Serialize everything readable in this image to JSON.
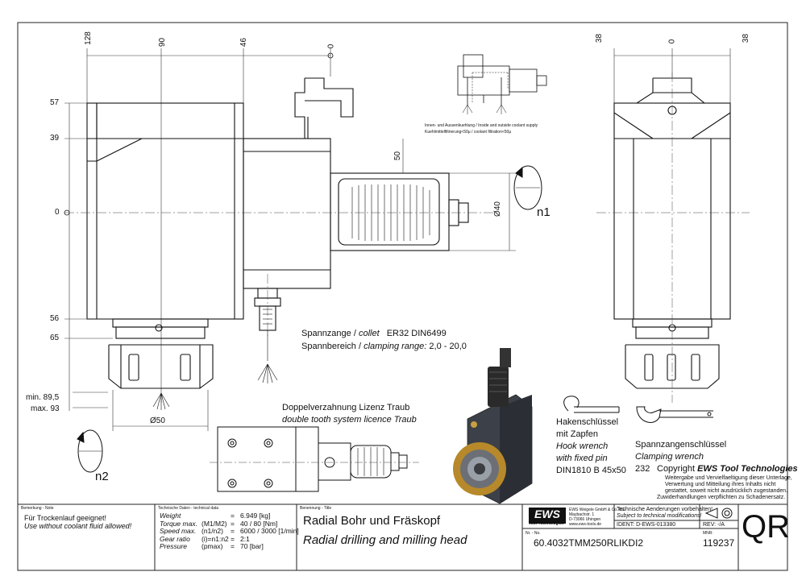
{
  "dimensions": {
    "top_front": [
      "128",
      "90",
      "46",
      "0"
    ],
    "top_side": [
      "38",
      "0",
      "38"
    ],
    "left": [
      "57",
      "39",
      "0",
      "56",
      "65"
    ],
    "min_label": "min. 89,5",
    "max_label": "max. 93",
    "dia50": "Ø50",
    "dia40": "Ø40",
    "fifty": "50"
  },
  "rotation": {
    "n1": "n1",
    "n2": "n2"
  },
  "coolant_note": {
    "line1": "Innen- und Aussenkuehlung / Inside and outside coolant supply",
    "line2": "Kuehlmittelfiltrierung<50μ / coolant filtration<50μ"
  },
  "collet": {
    "line1_de": "Spannzange /",
    "line1_en": "collet",
    "line1_spec": "ER32    DIN6499",
    "line2_de": "Spannbereich /",
    "line2_en": "clamping range:",
    "line2_range": "2,0 - 20,0"
  },
  "double_tooth": {
    "de": "Doppelverzahnung Lizenz Traub",
    "en": "double tooth system licence Traub"
  },
  "hook_wrench": {
    "de1": "Hakenschlüssel",
    "de2": "mit Zapfen",
    "en1": "Hook wrench",
    "en2": "with fixed pin",
    "spec": "DIN1810 B 45x50"
  },
  "clamping_wrench": {
    "de": "Spannzangenschlüssel",
    "en": "Clamping wrench",
    "num": "232"
  },
  "copyright": {
    "prefix": "Copyright",
    "brand": "EWS Tool Technologies",
    "line1": "Weitergabe und Vervielfaeltigung dieser Unterlage,",
    "line2": "Verwertung und Mitteilung ihres Inhalts nicht",
    "line3": "gestattet, soweit nicht ausdrücklich zugestanden.",
    "line4": "Zuwiderhandlungen verpflichten zu Schadenersatz."
  },
  "title_block": {
    "note_label": "Bemerkung - Note",
    "note_de": "Für Trockenlauf geeignet!",
    "note_en": "Use without coolant fluid allowed!",
    "tech_label": "Technische Daten - technical data",
    "tech_rows": [
      {
        "label": "Weight",
        "unit": "",
        "eq": "=",
        "value": "6.949 [kg]"
      },
      {
        "label": "Torque max.",
        "unit": "(M1/M2)",
        "eq": "=",
        "value": "40 / 80 [Nm]"
      },
      {
        "label": "Speed max.",
        "unit": "(n1/n2)",
        "eq": "=",
        "value": "6000 / 3000 [1/min]"
      },
      {
        "label": "Gear ratio",
        "unit": "(i)=n1:n2",
        "eq": "=",
        "value": "2:1"
      },
      {
        "label": "Pressure",
        "unit": "(pmax)",
        "eq": "=",
        "value": "70 [bar]"
      }
    ],
    "title_label": "Benennung - Title",
    "title_de": "Radial Bohr und Fräskopf",
    "title_en": "Radial drilling and milling head",
    "logo": "EWS",
    "logo_sub": "Tool Technologies",
    "company_line1": "EWS Weigele GmbH & Co. KG",
    "company_line2": "Maybachstr. 1",
    "company_line3": "D-73066 Uhingen",
    "company_line4": "www.ews-tools.de",
    "change_de": "Technische Aenderungen vorbehalten!",
    "change_en": "Subject to technical modifications!",
    "ident": "IDENT:  D-EWS-013380",
    "rev": "REV:  -/A",
    "nr_label": "Nr. - No.",
    "number": "60.4032TMM250RLIKDI2",
    "mnr_label": "MNR:",
    "mnr": "119237",
    "qr": "QR"
  }
}
